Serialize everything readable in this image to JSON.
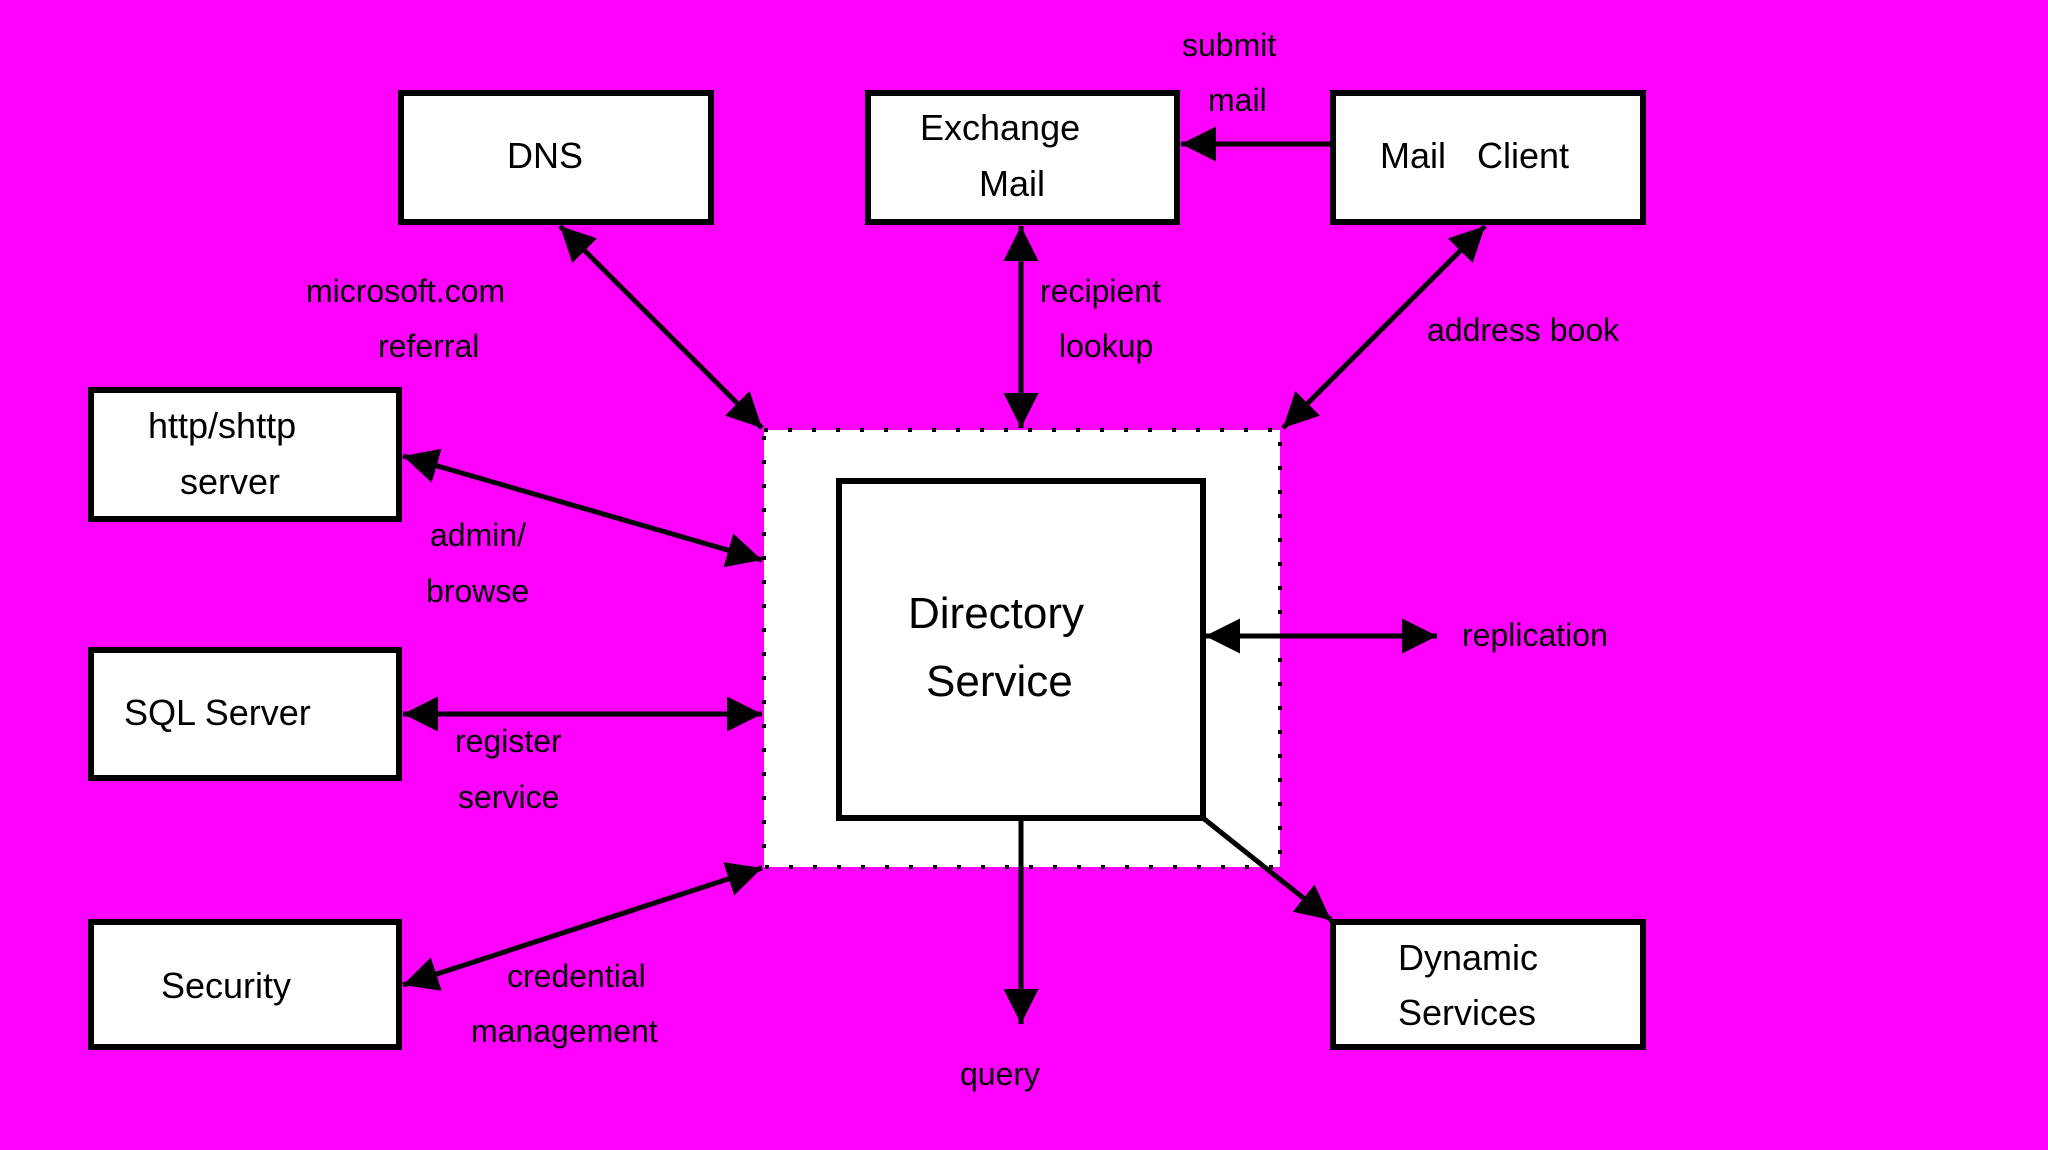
{
  "colors": {
    "background": "#ff00ff",
    "box_fill": "#ffffff",
    "stroke": "#000000"
  },
  "nodes": {
    "dns": {
      "lines": [
        "DNS"
      ]
    },
    "exchange": {
      "lines": [
        "Exchange",
        "Mail"
      ]
    },
    "mail_client": {
      "lines": [
        "Mail",
        "Client"
      ]
    },
    "http": {
      "lines": [
        "http/shttp",
        "server"
      ]
    },
    "sql": {
      "lines": [
        "SQL Server"
      ]
    },
    "security": {
      "lines": [
        "Security"
      ]
    },
    "dynamic": {
      "lines": [
        "Dynamic",
        "Services"
      ]
    },
    "directory": {
      "lines": [
        "Directory",
        "Service"
      ]
    }
  },
  "edges": {
    "dns_referral": {
      "lines": [
        "microsoft.com",
        "referral"
      ],
      "direction": "bidirectional"
    },
    "recipient_lookup": {
      "lines": [
        "recipient",
        "lookup"
      ],
      "direction": "bidirectional"
    },
    "submit_mail": {
      "lines": [
        "submit",
        "mail"
      ],
      "direction": "mail-client-to-exchange"
    },
    "address_book": {
      "lines": [
        "address book"
      ],
      "direction": "bidirectional"
    },
    "admin_browse": {
      "lines": [
        "admin/",
        "browse"
      ],
      "direction": "bidirectional"
    },
    "register_service": {
      "lines": [
        "register",
        "service"
      ],
      "direction": "bidirectional"
    },
    "credential_management": {
      "lines": [
        "credential",
        "management"
      ],
      "direction": "bidirectional"
    },
    "replication": {
      "lines": [
        "replication"
      ],
      "direction": "bidirectional"
    },
    "query": {
      "lines": [
        "query"
      ],
      "direction": "outbound"
    },
    "dynamic_services": {
      "lines": [],
      "direction": "outbound"
    }
  }
}
